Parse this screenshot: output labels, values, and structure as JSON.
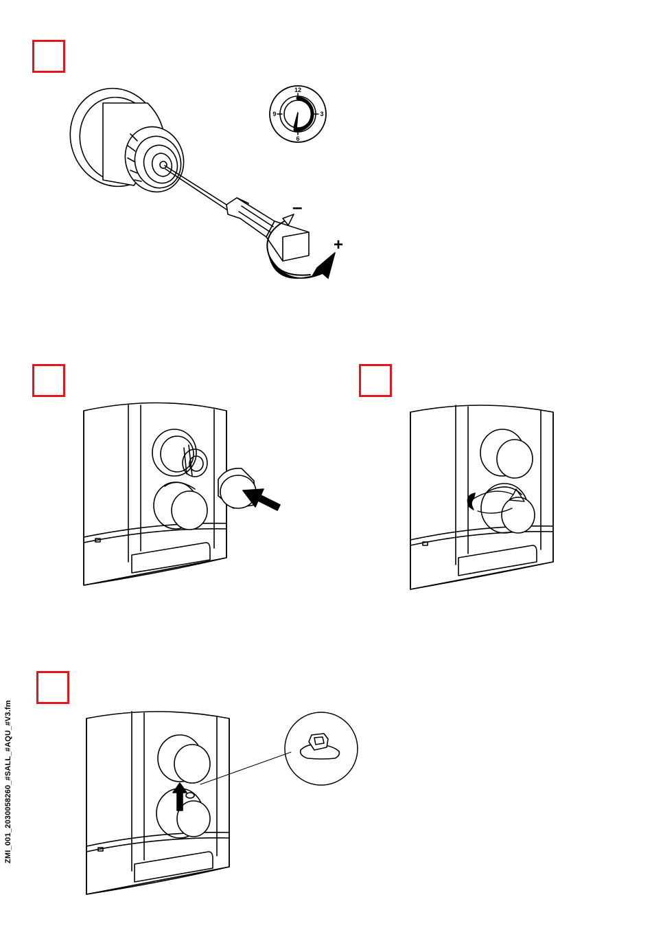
{
  "steps": [
    {
      "id": "step-1"
    },
    {
      "id": "step-2"
    },
    {
      "id": "step-3"
    },
    {
      "id": "step-4"
    }
  ],
  "dial": {
    "top": "12",
    "right": "3",
    "bottom": "6",
    "left": "9"
  },
  "adjust": {
    "minus": "–",
    "plus": "+"
  },
  "doc_code": "ZMI_001_2030058260_#SALL_#AQU_#V3.fm",
  "colors": {
    "step_box": "#e3161b",
    "line": "#000000"
  },
  "icons": [
    "screwdriver-icon",
    "rotate-arrow-icon",
    "push-arrow-icon",
    "up-arrow-icon"
  ]
}
